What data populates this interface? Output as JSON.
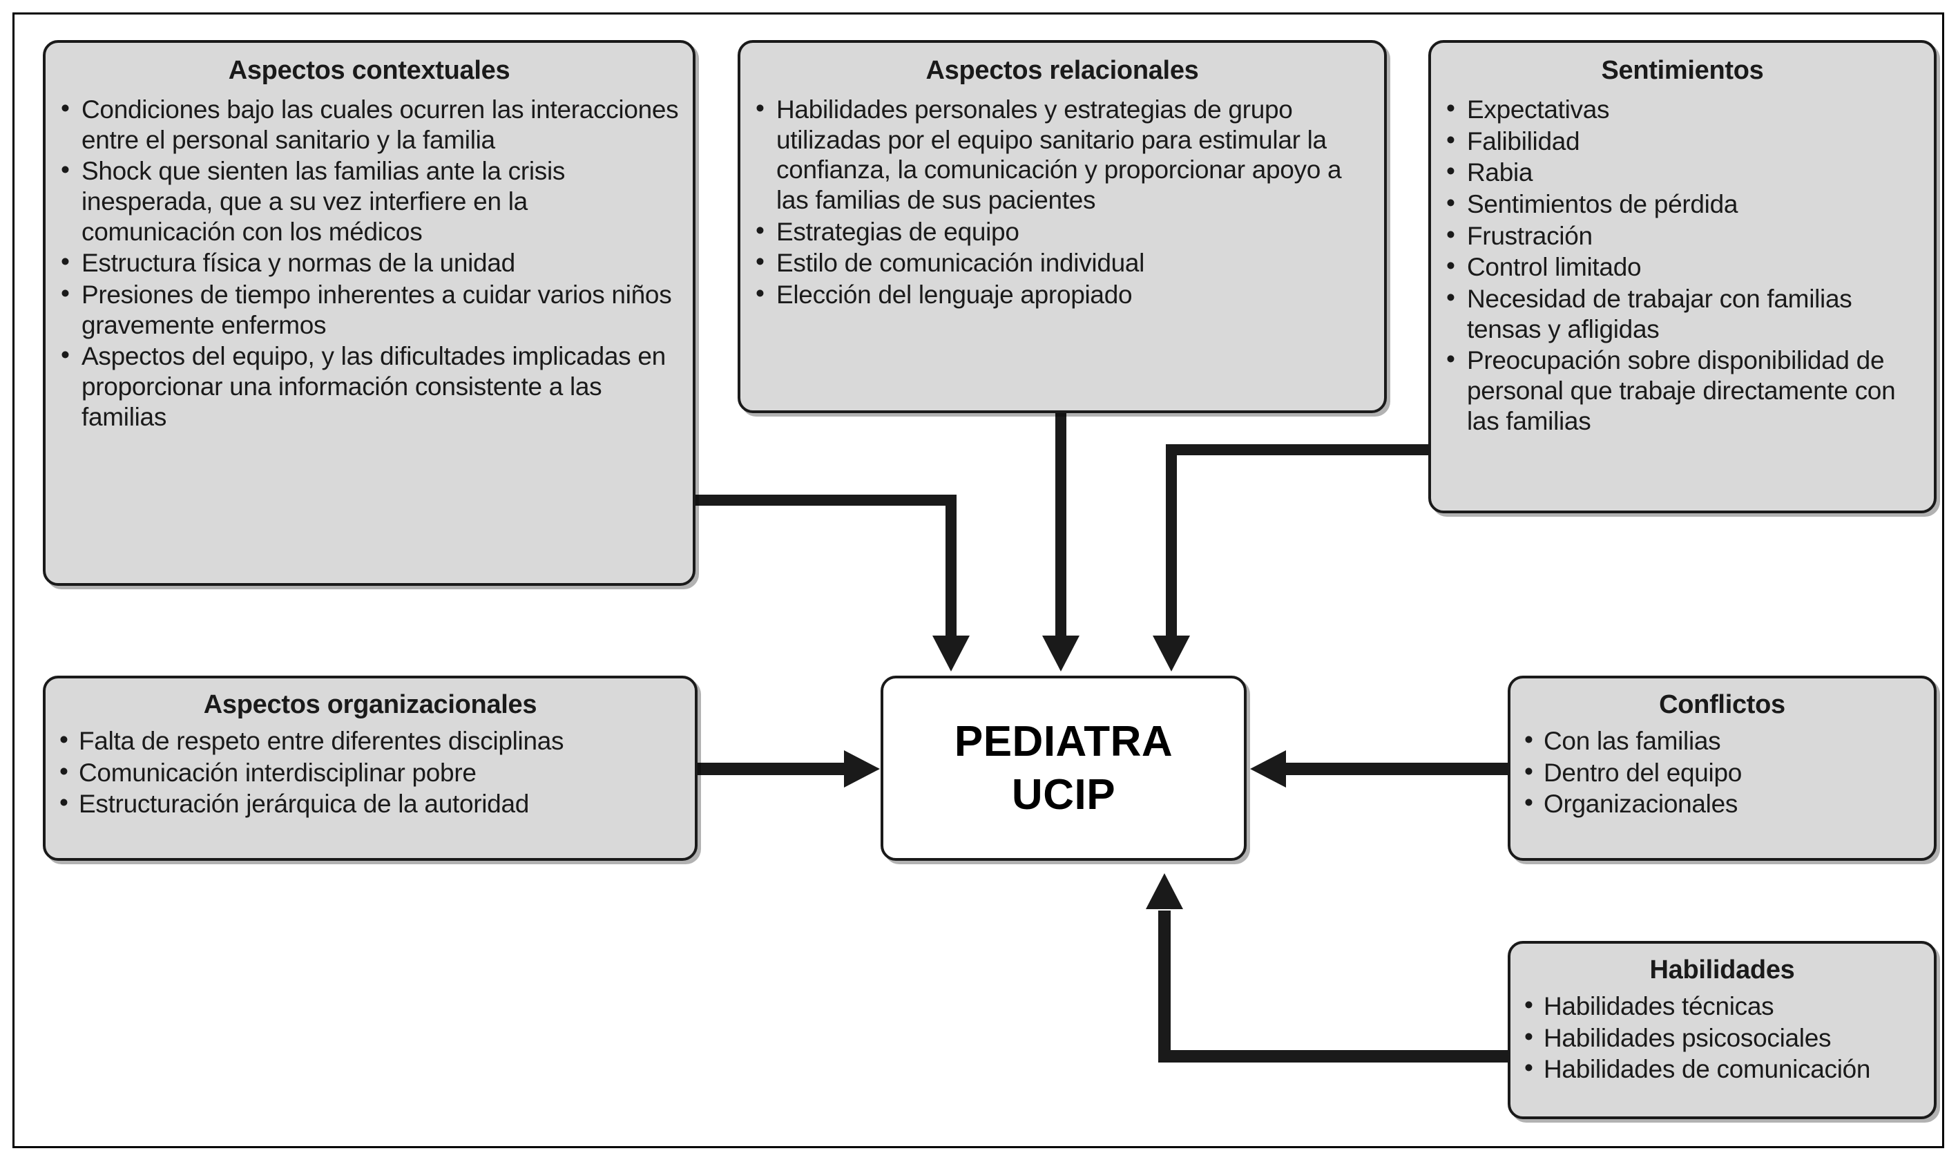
{
  "diagram": {
    "title_text": "PEDIATRA UCIP",
    "colors": {
      "box_fill": "#d9d9d9",
      "center_fill": "#ffffff",
      "stroke": "#1a1a1a",
      "background": "#ffffff"
    }
  },
  "center": {
    "line1": "PEDIATRA",
    "line2": "UCIP"
  },
  "boxes": {
    "contextuales": {
      "title": "Aspectos contextuales",
      "items": [
        "Condiciones bajo las cuales ocurren las interacciones entre el personal sanitario y la familia",
        "Shock que sienten las familias ante la crisis inesperada, que a su vez interfiere en la comunicación con los médicos",
        "Estructura física y normas de la unidad",
        "Presiones de tiempo inherentes a cuidar varios niños gravemente enfermos",
        "Aspectos del equipo, y las dificultades implicadas en proporcionar una información consistente a las familias"
      ]
    },
    "relacionales": {
      "title": "Aspectos relacionales",
      "items": [
        "Habilidades personales y estrategias de grupo utilizadas por el equipo sanitario para estimular la confianza, la comunicación y proporcionar apoyo a las familias de sus pacientes",
        "Estrategias de equipo",
        "Estilo de comunicación individual",
        "Elección del lenguaje apropiado"
      ]
    },
    "sentimientos": {
      "title": "Sentimientos",
      "items": [
        "Expectativas",
        "Falibilidad",
        "Rabia",
        "Sentimientos de pérdida",
        "Frustración",
        "Control limitado",
        "Necesidad de trabajar con familias tensas y afligidas",
        "Preocupación sobre disponibilidad de personal que trabaje directamente con las familias"
      ]
    },
    "organizacionales": {
      "title": "Aspectos organizacionales",
      "items": [
        "Falta de respeto entre diferentes disciplinas",
        "Comunicación interdisciplinar pobre",
        "Estructuración jerárquica de la autoridad"
      ]
    },
    "conflictos": {
      "title": "Conflictos",
      "items": [
        "Con las familias",
        "Dentro del equipo",
        "Organizacionales"
      ]
    },
    "habilidades": {
      "title": "Habilidades",
      "items": [
        "Habilidades técnicas",
        "Habilidades psicosociales",
        "Habilidades de comunicación"
      ]
    }
  }
}
